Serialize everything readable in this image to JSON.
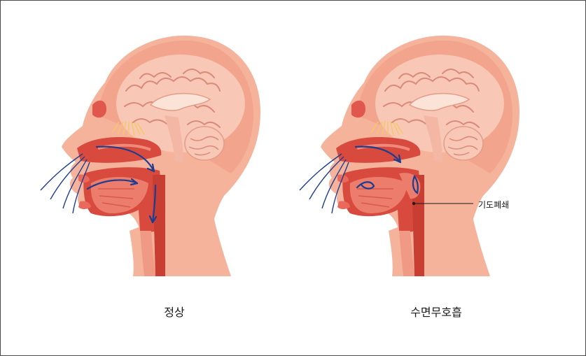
{
  "figure": {
    "panels": [
      {
        "id": "normal",
        "caption": "정상"
      },
      {
        "id": "apnea",
        "caption": "수면무호흡",
        "callout": "기도폐쇄"
      }
    ]
  }
}
